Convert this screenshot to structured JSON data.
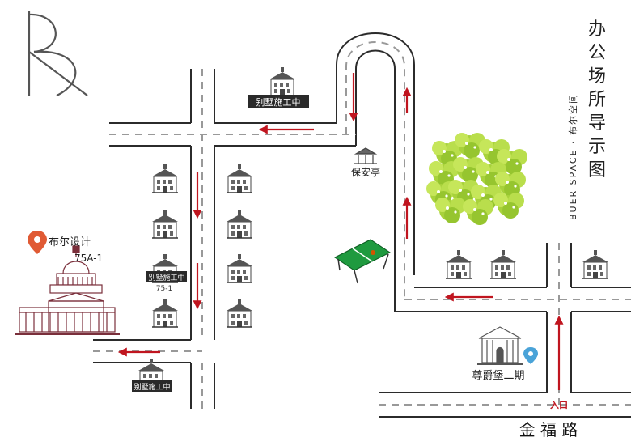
{
  "brand": {
    "tagline": "BUER SPACE · 布尔空间"
  },
  "title": {
    "chars": [
      "办",
      "公",
      "场",
      "所",
      "导",
      "示",
      "图"
    ]
  },
  "labels": {
    "construction_top": "别墅施工中",
    "construction_mid": "别墅施工中",
    "construction_mid_num": "75-1",
    "construction_bottom": "别墅施工中",
    "guard_booth": "保安亭",
    "office_name": "布尔设计",
    "office_unit": "75A-1",
    "zunjuebao": "尊爵堡二期",
    "entrance": "入口",
    "road": "金 福 路"
  },
  "colors": {
    "road": "#2b2b2b",
    "arrow": "#c0151f",
    "label_bg": "#2a2a2a",
    "pin": "#e05a34",
    "pin_blue": "#4aa3d8",
    "capitol": "#7a2f3b"
  }
}
